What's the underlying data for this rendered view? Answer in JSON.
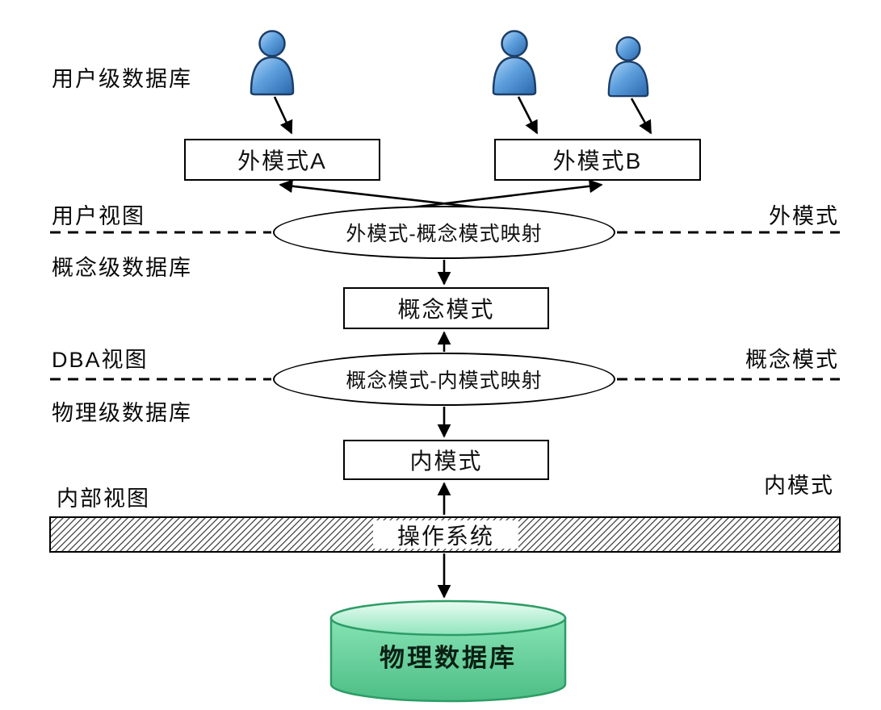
{
  "labels": {
    "left": {
      "user_level_db": "用户级数据库",
      "user_view": "用户视图",
      "conceptual_level_db": "概念级数据库",
      "dba_view": "DBA视图",
      "physical_level_db": "物理级数据库",
      "internal_view": "内部视图"
    },
    "right": {
      "external_schema": "外模式",
      "conceptual_schema": "概念模式",
      "internal_schema": "内模式"
    }
  },
  "nodes": {
    "external_schema_a": "外模式A",
    "external_schema_b": "外模式B",
    "external_conceptual_mapping": "外模式-概念模式映射",
    "conceptual_schema": "概念模式",
    "conceptual_internal_mapping": "概念模式-内模式映射",
    "internal_schema": "内模式",
    "operating_system": "操作系统",
    "physical_database": "物理数据库"
  },
  "icons": {
    "users": [
      "user-icon",
      "user-icon",
      "user-icon"
    ]
  },
  "colors": {
    "line": "#000000",
    "node_fill": "#ffffff",
    "user_icon_blue": "#5d9fdd",
    "user_icon_outline": "#1c3e67",
    "cylinder_body": "#5fcf97",
    "cylinder_top": "#aeeccd",
    "cylinder_border": "#2d9c66"
  }
}
